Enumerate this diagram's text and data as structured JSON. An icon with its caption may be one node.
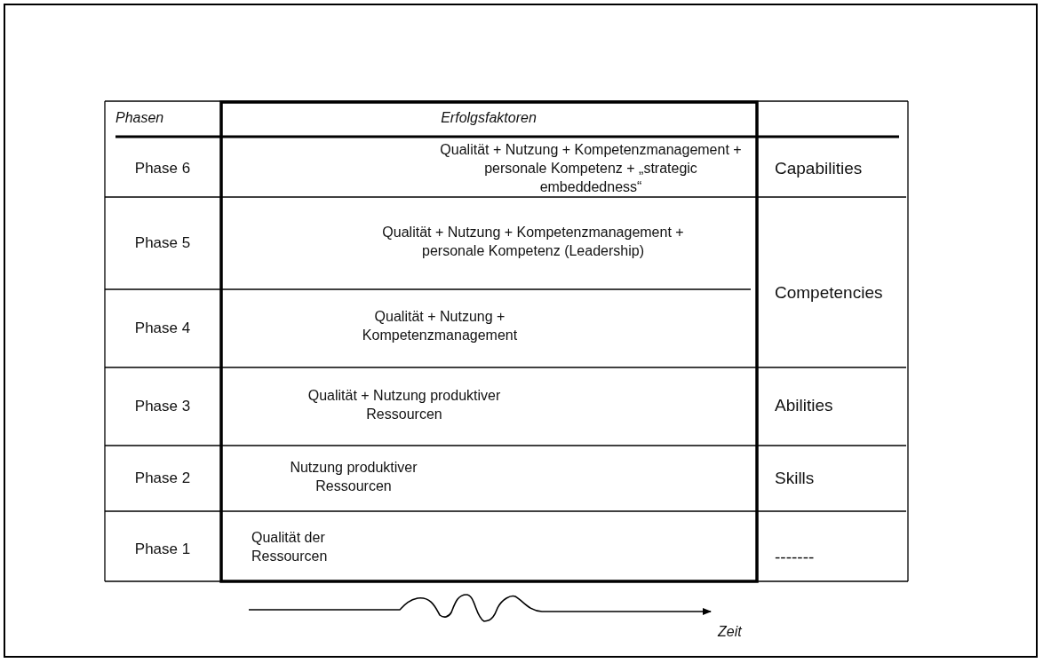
{
  "diagram": {
    "labels": [
      "Phasen",
      "Erfolgsfaktoren",
      "Phase 6",
      "Qualität + Nutzung + Kompetenzmanagement + personale Kompetenz + „strategic embeddedness“",
      "Capabilities",
      "Phase 5",
      "Qualität + Nutzung + Kompetenzmanagement + personale Kompetenz (Leadership)",
      "Competencies",
      "Phase 4",
      "Qualität + Nutzung + Kompetenzmanagement",
      "Phase 3",
      "Qualität + Nutzung produktiver Ressourcen",
      "Abilities",
      "Phase 2",
      "Nutzung produktiver Ressourcen",
      "Skills",
      "Phase 1",
      "Qualität der Ressourcen",
      "-------",
      "Zeit"
    ]
  }
}
